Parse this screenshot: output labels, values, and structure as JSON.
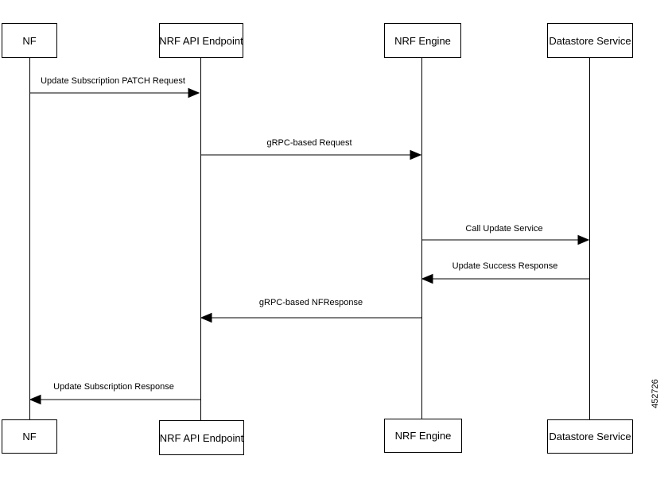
{
  "participants": [
    {
      "id": "nf",
      "label": "NF"
    },
    {
      "id": "api",
      "label": "NRF API Endpoint"
    },
    {
      "id": "engine",
      "label": "NRF Engine"
    },
    {
      "id": "datastore",
      "label": "Datastore Service"
    }
  ],
  "messages": [
    {
      "from": "nf",
      "to": "api",
      "label": "Update Subscription PATCH Request"
    },
    {
      "from": "api",
      "to": "engine",
      "label": "gRPC-based Request"
    },
    {
      "from": "engine",
      "to": "datastore",
      "label": "Call Update Service"
    },
    {
      "from": "datastore",
      "to": "engine",
      "label": "Update Success Response"
    },
    {
      "from": "engine",
      "to": "api",
      "label": "gRPC-based NFResponse"
    },
    {
      "from": "api",
      "to": "nf",
      "label": "Update Subscription Response"
    }
  ],
  "figure_id": "452726"
}
